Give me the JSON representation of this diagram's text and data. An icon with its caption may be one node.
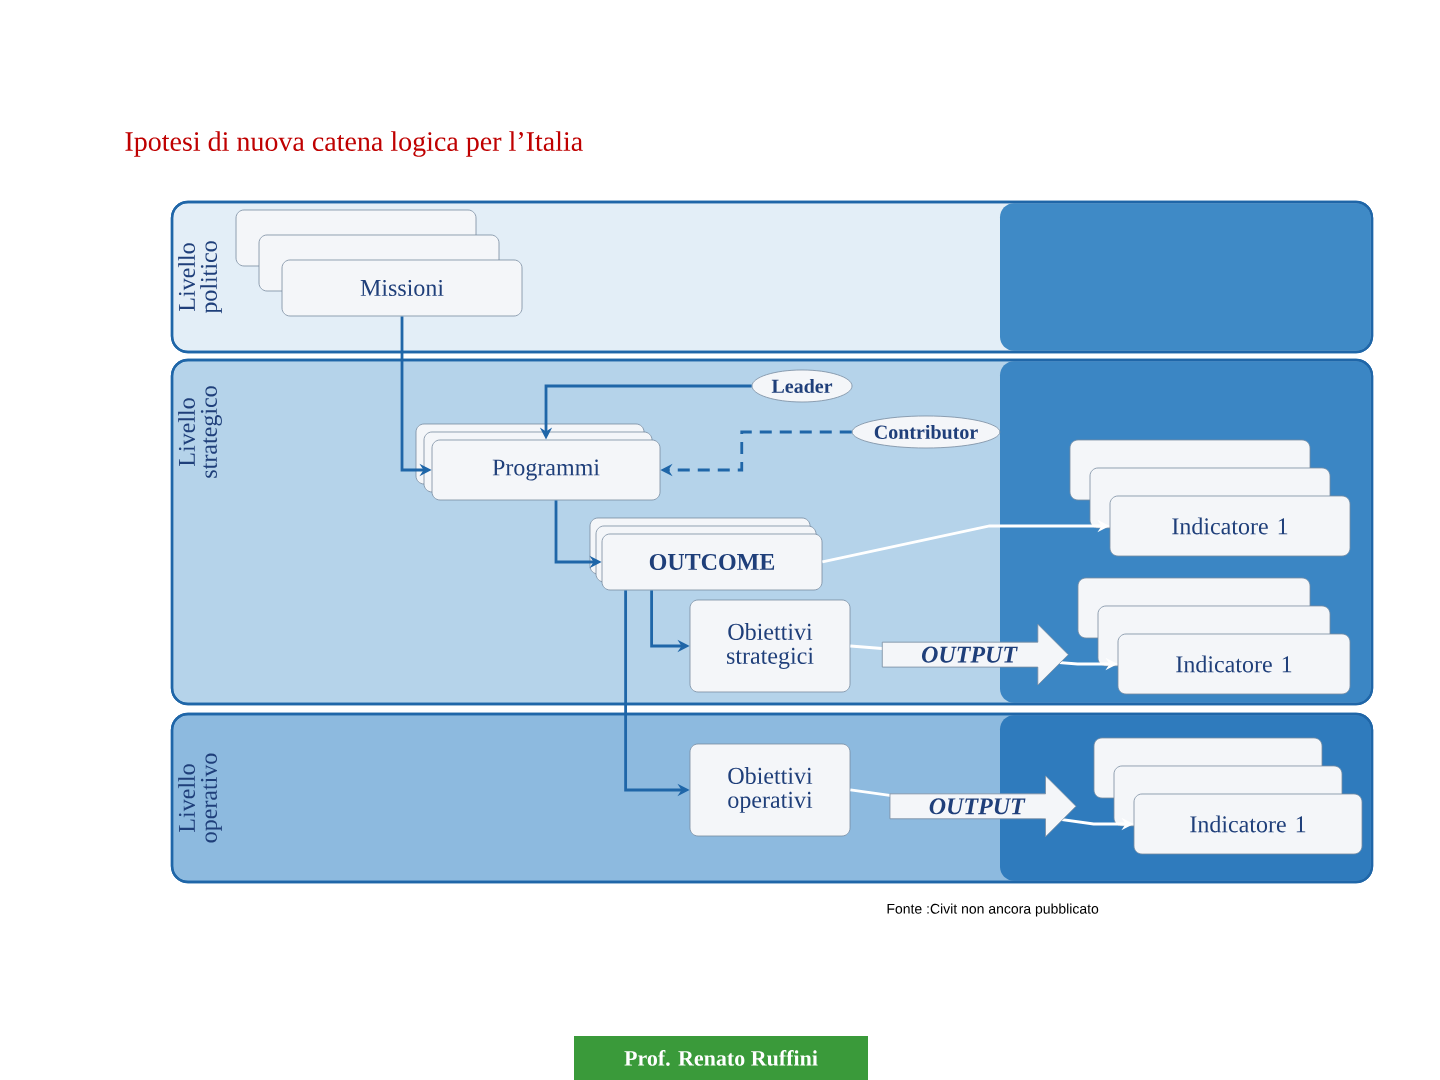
{
  "diagram": {
    "title": "Ipotesi di nuova catena logica per l’Italia",
    "nodes": [
      {
        "text": [
          "Livello politico"
        ]
      },
      {
        "text": [
          "Livello strategico"
        ]
      },
      {
        "text": [
          "Livello operativo"
        ]
      },
      {
        "text": [
          "Missioni"
        ],
        "in": 0
      },
      {
        "text": [
          "Programmi"
        ],
        "in": 1
      },
      {
        "text": [
          "Leader"
        ],
        "in": 1
      },
      {
        "text": [
          "Contributor"
        ],
        "in": 1
      },
      {
        "text": [
          "OUTCOME"
        ],
        "in": 1
      },
      {
        "text": [
          "Obiettivi strategici"
        ],
        "in": 1
      },
      {
        "text": [
          "Indicatore 1"
        ],
        "in": 1
      },
      {
        "text": [
          "Indicatore 1"
        ],
        "in": 1
      },
      {
        "text": [
          "Obiettivi operativi"
        ],
        "in": 2
      },
      {
        "text": [
          "Indicatore 1"
        ],
        "in": 2
      }
    ],
    "edges": [
      {
        "from": 3,
        "to": 4,
        "arrow": "to"
      },
      {
        "from": 5,
        "to": 4,
        "arrow": "to"
      },
      {
        "from": 6,
        "to": 4,
        "arrow": "to",
        "style": "dashed"
      },
      {
        "from": 4,
        "to": 7,
        "arrow": "to"
      },
      {
        "from": 7,
        "to": 8,
        "arrow": "to"
      },
      {
        "from": 7,
        "to": 11,
        "arrow": "to"
      },
      {
        "from": 7,
        "to": 9,
        "arrow": "to",
        "color": "#ffffff"
      },
      {
        "from": 8,
        "to": 10,
        "arrow": "to",
        "label": "OUTPUT",
        "color": "#ffffff"
      },
      {
        "from": 11,
        "to": 12,
        "arrow": "to",
        "label": "OUTPUT",
        "color": "#ffffff"
      }
    ],
    "labels": [
      "Fonte :Civit non ancora pubblicato",
      "Prof. Renato Ruffini"
    ]
  }
}
